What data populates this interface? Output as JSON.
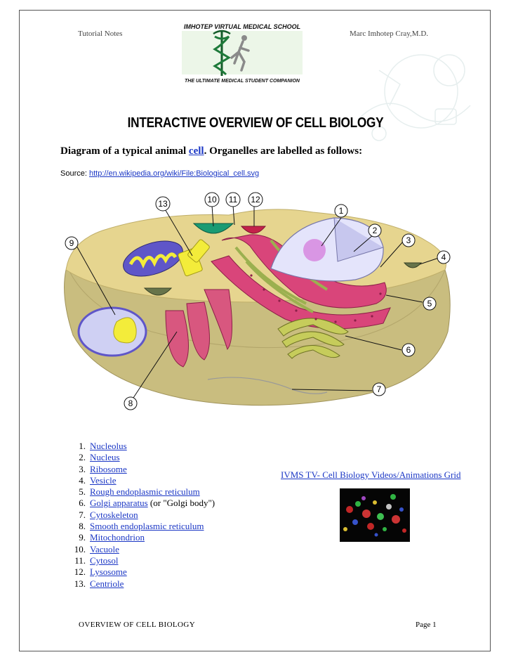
{
  "header": {
    "left": "Tutorial Notes",
    "right": "Marc Imhotep Cray,M.D."
  },
  "logo": {
    "top_text": "IMHOTEP VIRTUAL MEDICAL SCHOOL",
    "bottom_text": "THE ULTIMATE MEDICAL STUDENT COMPANION"
  },
  "title": "INTERACTIVE OVERVIEW OF CELL BIOLOGY",
  "subheading": {
    "prefix": "Diagram of a typical animal ",
    "link": "cell",
    "suffix": ". Organelles are labelled as follows:"
  },
  "source": {
    "label": "Source: ",
    "url": "http://en.wikipedia.org/wiki/File:Biological_cell.svg"
  },
  "diagram_labels": [
    "1",
    "2",
    "3",
    "4",
    "5",
    "6",
    "7",
    "8",
    "9",
    "10",
    "11",
    "12",
    "13"
  ],
  "organelles": [
    {
      "num": "1.",
      "name": "Nucleolus"
    },
    {
      "num": "2.",
      "name": "Nucleus"
    },
    {
      "num": "3.",
      "name": "Ribosome"
    },
    {
      "num": "4.",
      "name": "Vesicle"
    },
    {
      "num": "5.",
      "name": "Rough endoplasmic reticulum"
    },
    {
      "num": "6.",
      "name": "Golgi apparatus",
      "note": " (or \"Golgi body\")"
    },
    {
      "num": "7.",
      "name": "Cytoskeleton"
    },
    {
      "num": "8.",
      "name": "Smooth endoplasmic reticulum"
    },
    {
      "num": "9.",
      "name": "Mitochondrion"
    },
    {
      "num": "10.",
      "name": "Vacuole"
    },
    {
      "num": "11.",
      "name": "Cytosol"
    },
    {
      "num": "12.",
      "name": "Lysosome"
    },
    {
      "num": "13.",
      "name": "Centriole"
    }
  ],
  "ivms_link": "IVMS TV- Cell Biology Videos/Animations Grid",
  "footer": {
    "left": "OVERVIEW OF CELL BIOLOGY",
    "right": "Page 1"
  },
  "colors": {
    "link": "#1b37c5",
    "cytoplasm": "#e6d58f",
    "nucleus": "#e4e4fb",
    "er": "#d9457a",
    "mitochondrion": "#5f56c8"
  }
}
